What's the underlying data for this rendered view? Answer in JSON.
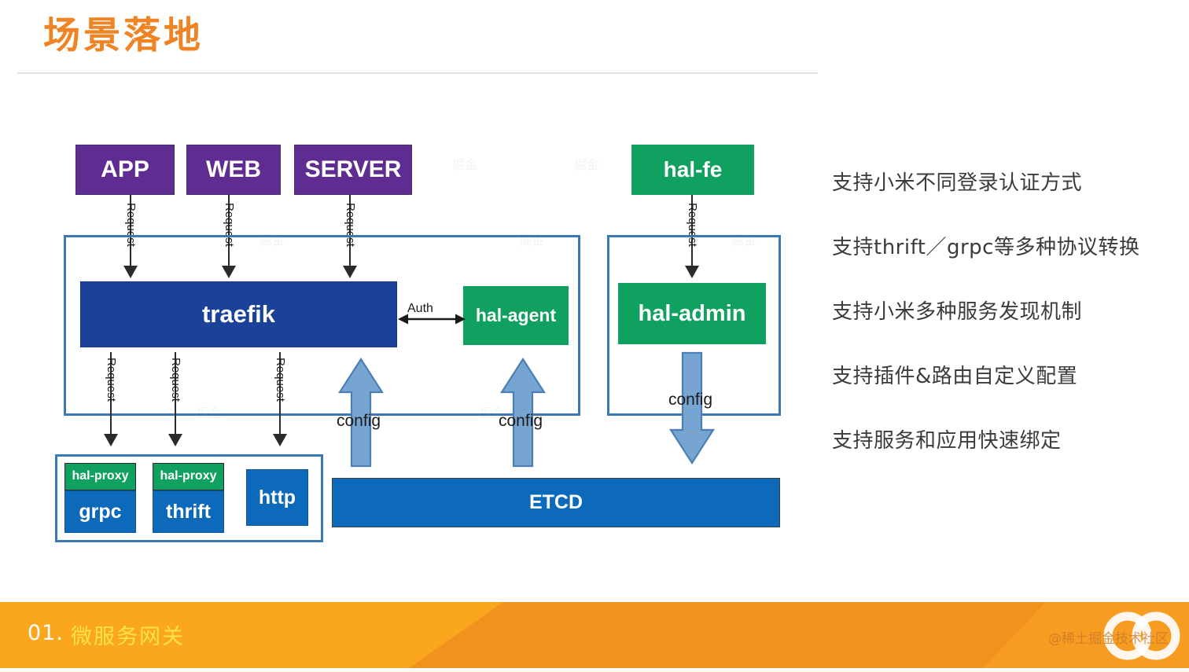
{
  "header": {
    "title": "场景落地"
  },
  "diagram": {
    "clients": [
      {
        "label": "APP",
        "edge": "Request"
      },
      {
        "label": "WEB",
        "edge": "Request"
      },
      {
        "label": "SERVER",
        "edge": "Request"
      }
    ],
    "gateway": {
      "traefik": "traefik",
      "hal_agent": "hal-agent",
      "auth_label": "Auth",
      "downstream_edges": [
        "Request",
        "Request",
        "Request"
      ]
    },
    "backends": [
      {
        "proxy": "hal-proxy",
        "protocol": "grpc"
      },
      {
        "proxy": "hal-proxy",
        "protocol": "thrift"
      },
      {
        "proxy": "",
        "protocol": "http"
      }
    ],
    "admin": {
      "hal_fe": "hal-fe",
      "hal_fe_edge": "Request",
      "hal_admin": "hal-admin",
      "config_label": "config"
    },
    "store": {
      "label": "ETCD",
      "config_labels": [
        "config",
        "config"
      ]
    },
    "colors": {
      "client_purple": "#5F2D91",
      "gateway_blue": "#1B4298",
      "service_green": "#10A161",
      "store_blue": "#0D69BA",
      "container_border": "#3C78B4",
      "config_arrow": "#77A5D2"
    }
  },
  "features": [
    "支持小米不同登录认证方式",
    "支持thrift／grpc等多种协议转换",
    "支持小米多种服务发现机制",
    "支持插件&路由自定义配置",
    "支持服务和应用快速绑定"
  ],
  "footer": {
    "number": "01.",
    "section": "微服务网关",
    "watermark": "@稀土掘金技术社区",
    "band_color": "#FAA71E",
    "accent_color": "#FFE24A"
  }
}
